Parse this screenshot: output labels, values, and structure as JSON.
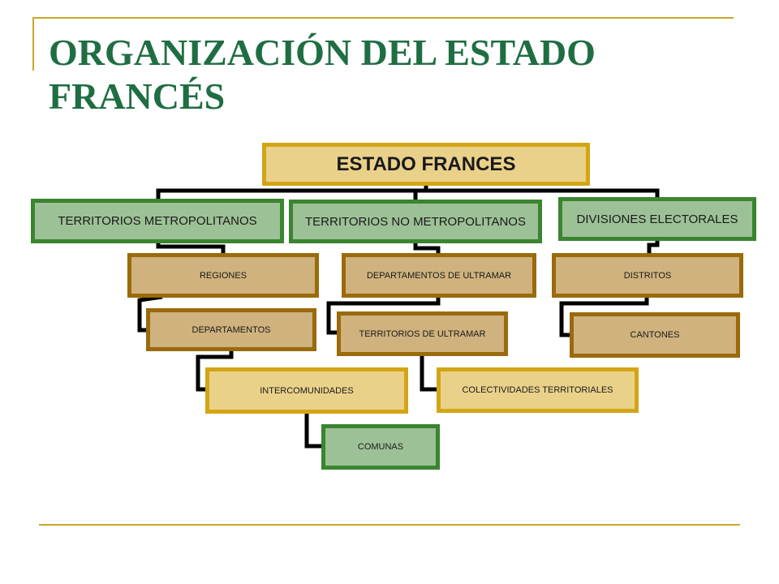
{
  "title": "ORGANIZACIÓN DEL ESTADO FRANCÉS",
  "colors": {
    "title": "#1f6e43",
    "accent_line": "#c8a82a",
    "gold_fill": "#ead18a",
    "gold_border": "#d3a516",
    "green_fill": "#9dc196",
    "green_border": "#3a8530",
    "brown_fill": "#cfb27d",
    "brown_border": "#9a6a0c",
    "connector": "#000000"
  },
  "nodes": {
    "root": "ESTADO FRANCES",
    "metropolitanos": "TERRITORIOS METROPOLITANOS",
    "no_metropolitanos": "TERRITORIOS NO METROPOLITANOS",
    "electorales": "DIVISIONES ELECTORALES",
    "regiones": "REGIONES",
    "departamentos": "DEPARTAMENTOS",
    "intercomunidades": "INTERCOMUNIDADES",
    "comunas": "COMUNAS",
    "dep_ultramar": "DEPARTAMENTOS DE ULTRAMAR",
    "terr_ultramar": "TERRITORIOS  DE ULTRAMAR",
    "colectividades": "COLECTIVIDADES TERRITORIALES",
    "distritos": "DISTRITOS",
    "cantones": "CANTONES"
  }
}
